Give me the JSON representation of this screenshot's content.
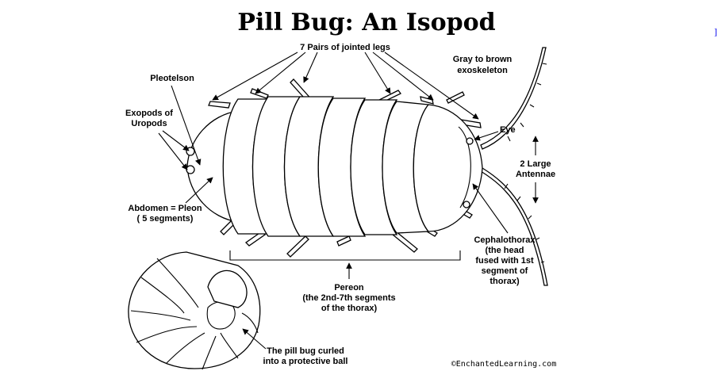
{
  "title": "Pill Bug: An Isopod",
  "labels": {
    "legs": "7 Pairs of jointed legs",
    "exoskeleton": [
      "Gray to brown",
      "exoskeleton"
    ],
    "pleotelson": "Pleotelson",
    "exopods": [
      "Exopods of",
      "Uropods"
    ],
    "eye": "Eye",
    "antennae": [
      "2 Large",
      "Antennae"
    ],
    "abdomen": [
      "Abdomen = Pleon",
      "( 5 segments)"
    ],
    "cephalothorax": [
      "Cephalothorax",
      "(the head",
      "fused with 1st",
      "segment of",
      "thorax)"
    ],
    "pereon": [
      "Pereon",
      "(the 2nd-7th segments",
      "of the thorax)"
    ],
    "curled": [
      "The pill bug curled",
      "into a protective ball"
    ]
  },
  "copyright": "©EnchantedLearning.com",
  "edge_link": "]"
}
